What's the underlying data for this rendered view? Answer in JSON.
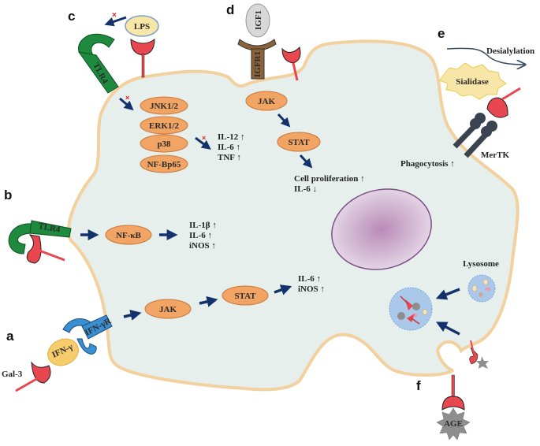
{
  "panels": {
    "a": {
      "letter": "a",
      "ligand_binder": "Gal-3",
      "ligand": "IFN-γ",
      "receptor": "IFN-γR",
      "pathway": [
        "JAK",
        "STAT"
      ],
      "outputs": [
        "IL-6 ↑",
        "iNOS ↑"
      ]
    },
    "b": {
      "letter": "b",
      "receptor": "TLR4",
      "pathway": [
        "NF-κB"
      ],
      "outputs": [
        "IL-1β ↑",
        "IL-6 ↑",
        "iNOS ↑"
      ]
    },
    "c": {
      "letter": "c",
      "ligand": "LPS",
      "receptor": "TLR4",
      "inhibited_mark": "×",
      "pathway": [
        "JNK1/2",
        "ERK1/2",
        "p38",
        "NF-Bp65"
      ],
      "outputs": [
        "IL-12 ↑",
        "IL-6 ↑",
        "TNF ↑"
      ]
    },
    "d": {
      "letter": "d",
      "ligand": "IGF1",
      "receptor": "IGFR1",
      "pathway": [
        "JAK",
        "STAT"
      ],
      "outputs": [
        "Cell proliferation ↑",
        "IL-6 ↓"
      ]
    },
    "e": {
      "letter": "e",
      "process": "Desialylation",
      "enzyme": "Sialidase",
      "receptor": "MerTK",
      "output": "Phagocytosis ↑"
    },
    "f": {
      "letter": "f",
      "ligand": "AGE",
      "organelle": "Lysosome"
    }
  },
  "colors": {
    "cytoplasm": "#e6efec",
    "membrane": "#f2d19f",
    "signal_node": "#f2a464",
    "arrow": "#13316b",
    "galectin": "#e8474f",
    "tlr4": "#1e8a3e",
    "ifngr": "#3b8fd0",
    "igfr": "#8b6239",
    "mertk": "#3a4350",
    "nucleus": "#c9a8c9",
    "inhibit_mark": "#e02020"
  }
}
